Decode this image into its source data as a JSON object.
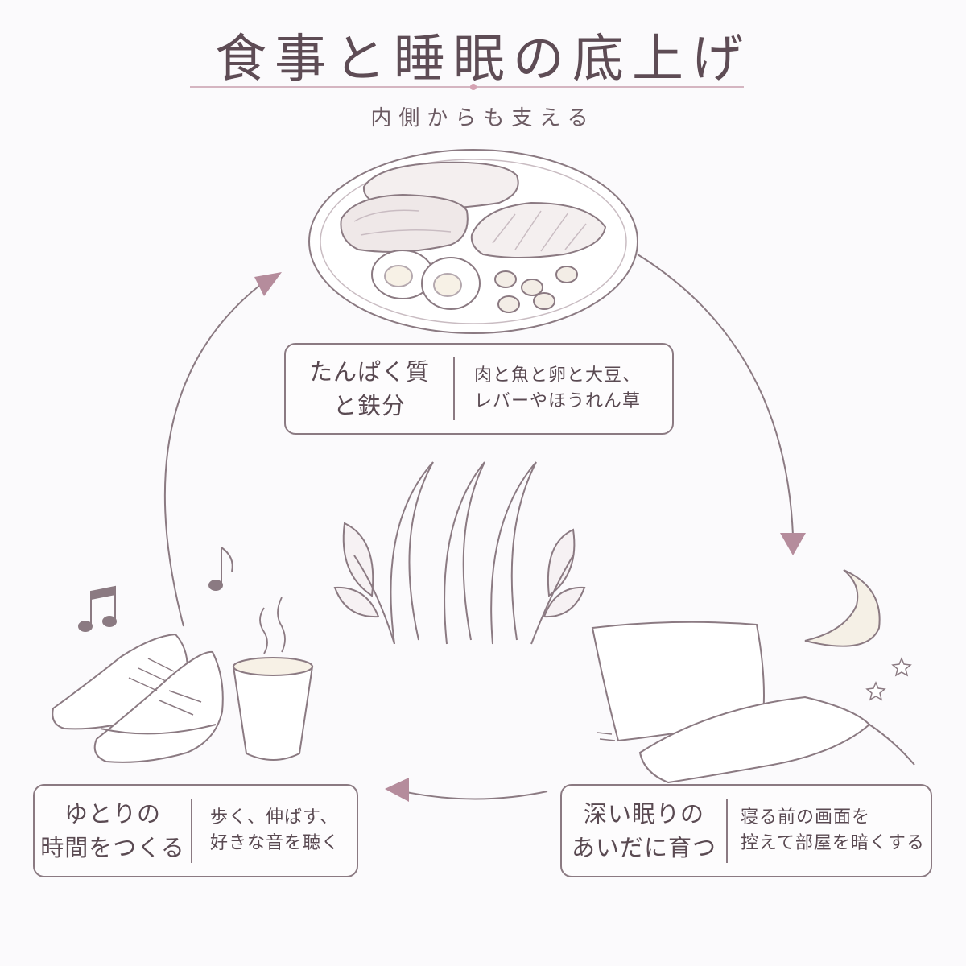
{
  "header": {
    "title": "食事と睡眠の底上げ",
    "subtitle": "内側からも支える"
  },
  "cards": {
    "food": {
      "heading": [
        "たんぱく質",
        "と鉄分"
      ],
      "body": [
        "肉と魚と卵と大豆、",
        "レバーやほうれん草"
      ]
    },
    "sleep": {
      "heading": [
        "深い眠りの",
        "あいだに育つ"
      ],
      "body": [
        "寝る前の画面を",
        "控えて部屋を暗くする"
      ]
    },
    "relax": {
      "heading": [
        "ゆとりの",
        "時間をつくる"
      ],
      "body": [
        "歩く、伸ばす、",
        "好きな音を聴く"
      ]
    }
  },
  "icons": [
    "plate-icon",
    "hair-strands-icon",
    "leaf-icon",
    "pillow-icon",
    "moon-icon",
    "star-icon",
    "sneakers-icon",
    "tea-cup-icon",
    "music-note-icon"
  ],
  "colors": {
    "line": "#8b7a82",
    "arrow": "#b58c9c",
    "accent": "#c9a0ae",
    "text": "#5a4a52"
  }
}
